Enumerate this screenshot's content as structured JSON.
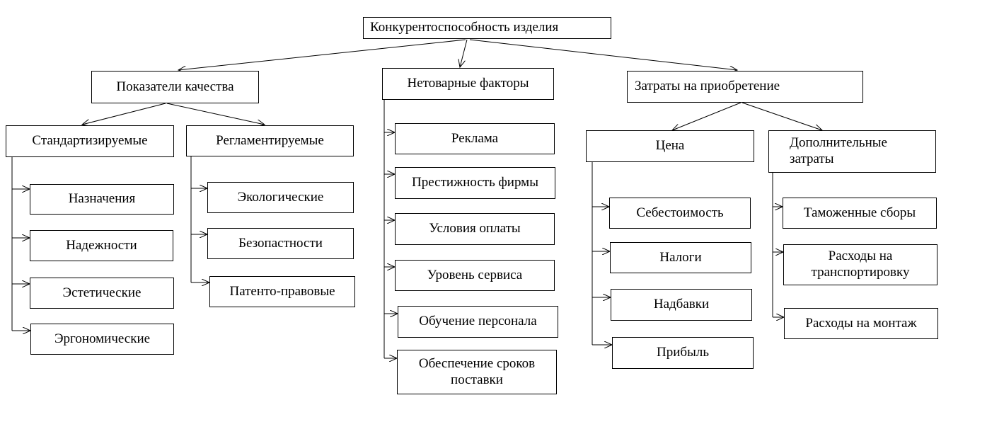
{
  "root": {
    "label": "Конкурентоспособность изделия"
  },
  "quality": {
    "label": "Показатели качества",
    "standard": {
      "label": "Стандартизируемые",
      "items": [
        "Назначения",
        "Надежности",
        "Эстетические",
        "Эргономические"
      ]
    },
    "regulated": {
      "label": "Регламентируемые",
      "items": [
        "Экологические",
        "Безопастности",
        "Патенто-правовые"
      ]
    }
  },
  "nonproduct": {
    "label": "Нетоварные факторы",
    "items": [
      "Реклама",
      "Престижность фирмы",
      "Условия оплаты",
      "Уровень сервиса",
      "Обучение персонала",
      "Обеспечение сроков поставки"
    ]
  },
  "costs": {
    "label": "Затраты на приобретение",
    "price": {
      "label": "Цена",
      "items": [
        "Себестоимость",
        "Налоги",
        "Надбавки",
        "Прибыль"
      ]
    },
    "extra": {
      "label": "Дополнительные затраты",
      "items": [
        "Таможенные сборы",
        "Расходы на транспортировку",
        "Расходы на монтаж"
      ]
    }
  }
}
